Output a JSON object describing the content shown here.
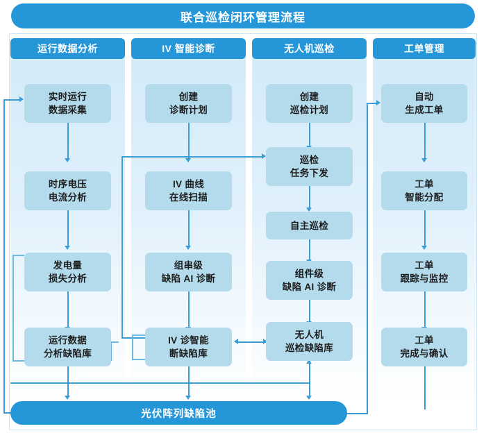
{
  "title": "联合巡检闭环管理流程",
  "colors": {
    "accent": "#2596d8",
    "node_fill": "#b3dbec",
    "panel_top": "#d3eaf8",
    "connector": "#3a9dd8",
    "frame_border": "#cfe6f5",
    "header_text": "#ffffff",
    "node_text": "#1d1d1d"
  },
  "columns": [
    {
      "header": "运行数据分析",
      "nodes": [
        {
          "line1": "实时运行",
          "line2": "数据采集"
        },
        {
          "line1": "时序电压",
          "line2": "电流分析"
        },
        {
          "line1": "发电量",
          "line2": "损失分析"
        },
        {
          "line1": "运行数据",
          "line2": "分析缺陷库"
        }
      ]
    },
    {
      "header": "IV 智能诊断",
      "nodes": [
        {
          "line1": "创建",
          "line2": "诊断计划"
        },
        {
          "line1": "IV 曲线",
          "line2": "在线扫描"
        },
        {
          "line1": "组串级",
          "line2": "缺陷 AI 诊断"
        },
        {
          "line1": "IV 诊智能",
          "line2": "断缺陷库"
        }
      ]
    },
    {
      "header": "无人机巡检",
      "nodes": [
        {
          "line1": "创建",
          "line2": "巡检计划"
        },
        {
          "line1": "巡检",
          "line2": "任务下发"
        },
        {
          "line1": "自主巡检",
          "line2": ""
        },
        {
          "line1": "组件级",
          "line2": "缺陷 AI 诊断"
        },
        {
          "line1": "无人机",
          "line2": "巡检缺陷库"
        }
      ]
    },
    {
      "header": "工单管理",
      "nodes": [
        {
          "line1": "自动",
          "line2": "生成工单"
        },
        {
          "line1": "工单",
          "line2": "智能分配"
        },
        {
          "line1": "工单",
          "line2": "跟踪与监控"
        },
        {
          "line1": "工单",
          "line2": "完成与确认"
        }
      ]
    }
  ],
  "pool": {
    "label": "光伏阵列缺陷池"
  }
}
